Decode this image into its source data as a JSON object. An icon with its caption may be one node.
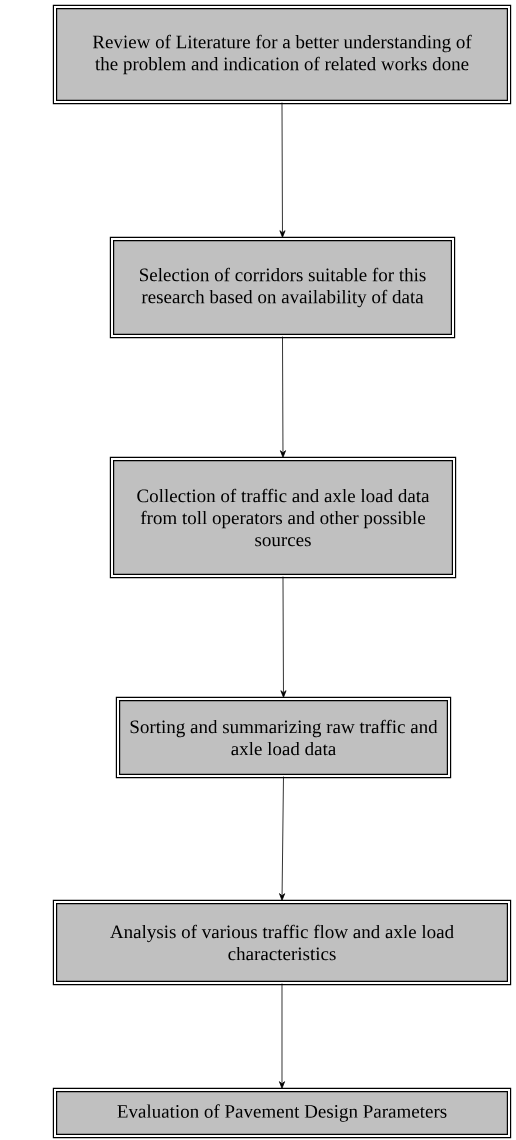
{
  "diagram": {
    "nodes": [
      {
        "text": [
          "Review of Literature for a better understanding of the problem and indication of related works done"
        ]
      },
      {
        "text": [
          "Selection of corridors suitable for this research based on availability of data"
        ]
      },
      {
        "text": [
          "Collection of traffic and axle load data from toll operators and other possible sources"
        ]
      },
      {
        "text": [
          "Sorting and summarizing raw traffic and axle load data"
        ]
      },
      {
        "text": [
          "Analysis of various traffic flow and axle load characteristics"
        ]
      },
      {
        "text": [
          "Evaluation of Pavement Design Parameters"
        ]
      }
    ],
    "edges": [
      {
        "from": 0,
        "to": 1,
        "arrow": "to"
      },
      {
        "from": 1,
        "to": 2,
        "arrow": "to"
      },
      {
        "from": 2,
        "to": 3,
        "arrow": "to"
      },
      {
        "from": 3,
        "to": 4,
        "arrow": "to"
      },
      {
        "from": 4,
        "to": 5,
        "arrow": "to"
      }
    ]
  }
}
